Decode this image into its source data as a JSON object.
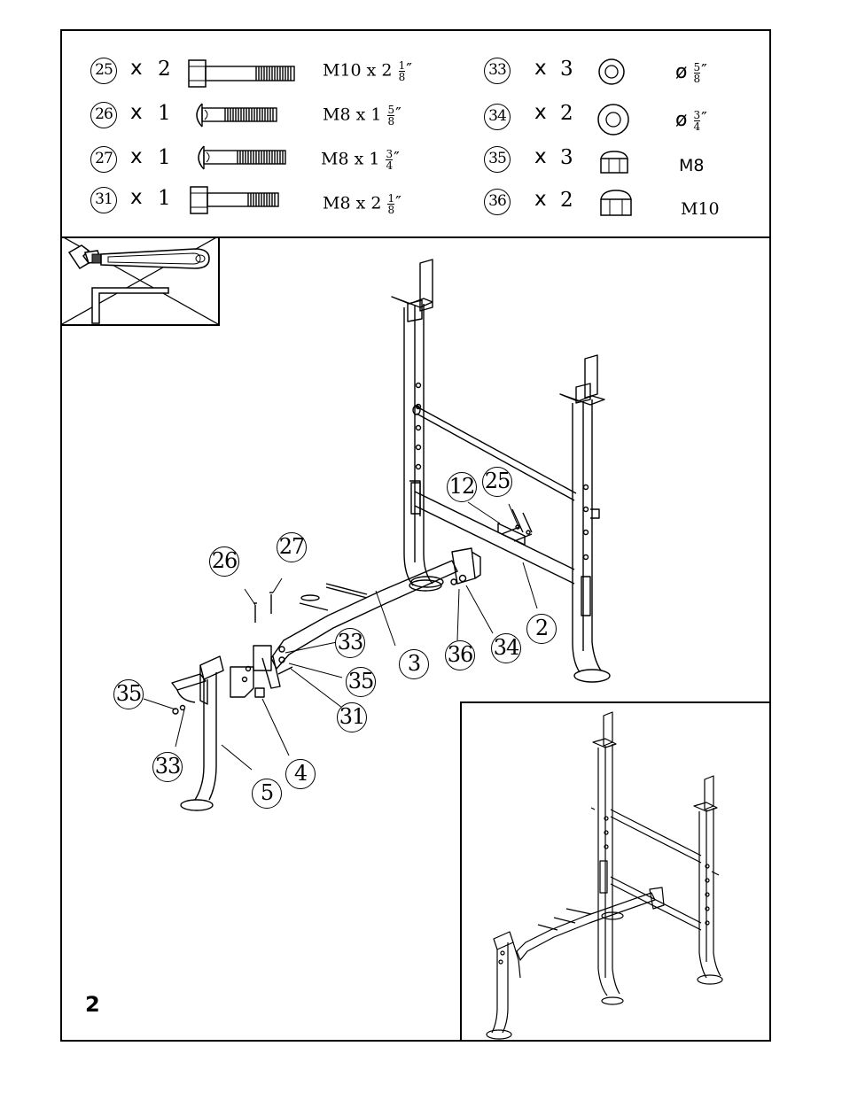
{
  "page_number": "2",
  "parts": [
    {
      "id": "25",
      "times": "x",
      "qty": "2",
      "spec_main": "M10  x  2",
      "frac_num": "1",
      "frac_den": "8",
      "tick": "″",
      "icon": "hex-bolt-long-icon"
    },
    {
      "id": "26",
      "times": "x",
      "qty": "1",
      "spec_main": "M8  x  1",
      "frac_num": "5",
      "frac_den": "8",
      "tick": "″",
      "icon": "carriage-bolt-icon"
    },
    {
      "id": "27",
      "times": "x",
      "qty": "1",
      "spec_main": "M8  x  1",
      "frac_num": "3",
      "frac_den": "4",
      "tick": "″",
      "icon": "carriage-bolt-icon"
    },
    {
      "id": "31",
      "times": "x",
      "qty": "1",
      "spec_main": "M8  x  2",
      "frac_num": "1",
      "frac_den": "8",
      "tick": "″",
      "icon": "hex-bolt-icon"
    },
    {
      "id": "33",
      "times": "x",
      "qty": "3",
      "spec_main": "ø",
      "frac_num": "5",
      "frac_den": "8",
      "tick": "″",
      "icon": "washer-small-icon"
    },
    {
      "id": "34",
      "times": "x",
      "qty": "2",
      "spec_main": "ø",
      "frac_num": "3",
      "frac_den": "4",
      "tick": "″",
      "icon": "washer-large-icon"
    },
    {
      "id": "35",
      "times": "x",
      "qty": "3",
      "spec_main": "M8",
      "icon": "lock-nut-small-icon"
    },
    {
      "id": "36",
      "times": "x",
      "qty": "2",
      "spec_main": "M10",
      "icon": "lock-nut-large-icon"
    }
  ],
  "callouts": {
    "c12": "12",
    "c25": "25",
    "c26": "26",
    "c27": "27",
    "c2": "2",
    "c3": "3",
    "c33a": "33",
    "c35a": "35",
    "c31": "31",
    "c36": "36",
    "c34": "34",
    "c35b": "35",
    "c33b": "33",
    "c4": "4",
    "c5": "5"
  },
  "tools": [
    "adjustable-wrench-icon",
    "allen-key-icon"
  ]
}
